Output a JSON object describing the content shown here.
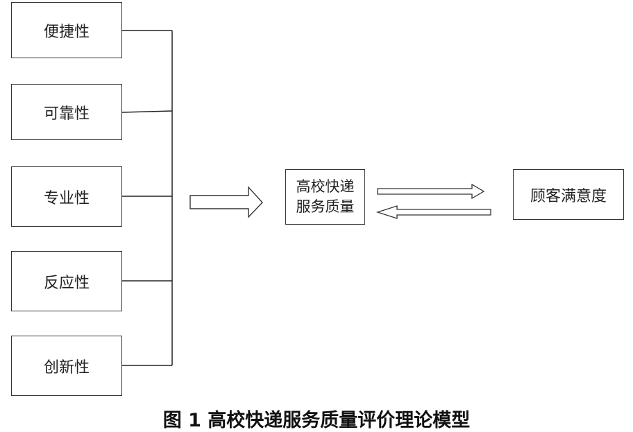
{
  "dimensions": [
    "便捷性",
    "可靠性",
    "专业性",
    "反应性",
    "创新性"
  ],
  "center": {
    "line1": "高校快递",
    "line2": "服务质量"
  },
  "outcome": "顾客满意度",
  "caption": "图 1   高校快递服务质量评价理论模型"
}
